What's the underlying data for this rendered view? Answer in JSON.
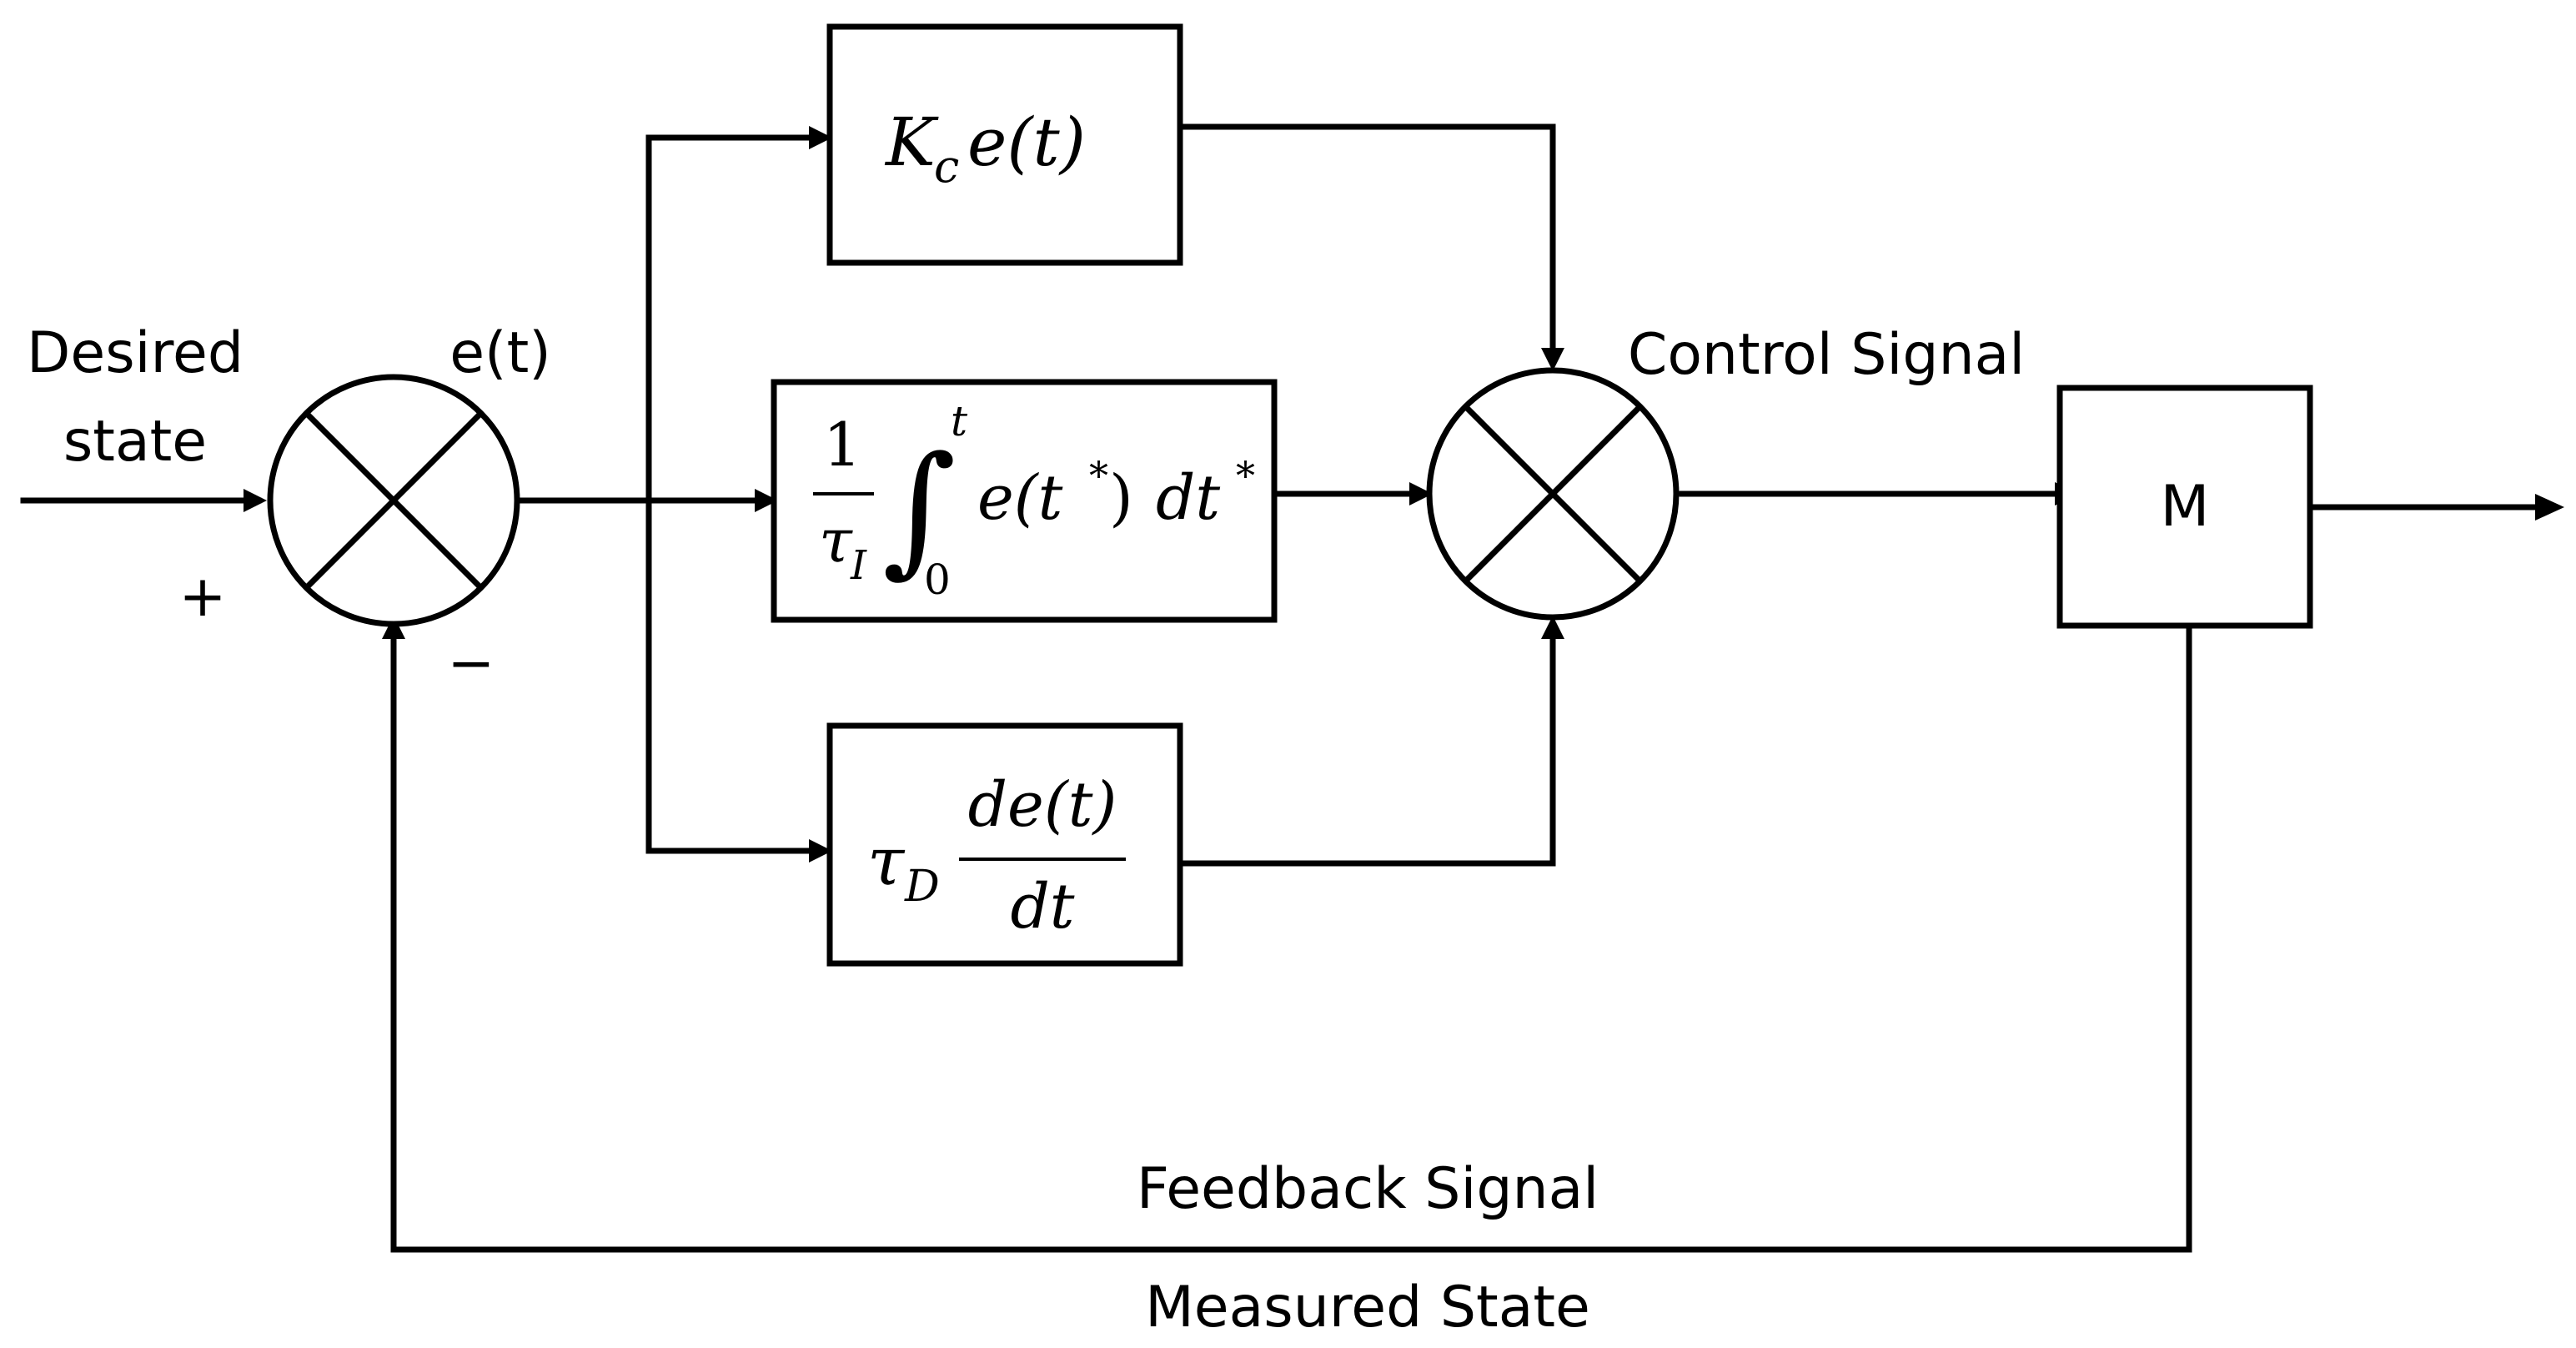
{
  "labels": {
    "desired_line1": "Desired",
    "desired_line2": "state",
    "plus": "+",
    "minus": "−",
    "error": "e(t)",
    "control": "Control Signal",
    "feedback": "Feedback Signal",
    "measured": "Measured State"
  },
  "blocks": {
    "proportional": {
      "symbol": "K",
      "subscript": "c",
      "body": "e(t)"
    },
    "integral": {
      "numerator": "1",
      "denominator": "τ",
      "den_subscript": "I",
      "integral_sign": "∫",
      "upper_limit": "t",
      "lower_limit": "0",
      "integrand": "e(t",
      "star": "*",
      "close": ")",
      "differential": "dt",
      "diff_star": "*"
    },
    "derivative": {
      "tau": "τ",
      "tau_subscript": "D",
      "numerator": "de(t)",
      "denominator": "dt"
    },
    "plant": "M"
  }
}
